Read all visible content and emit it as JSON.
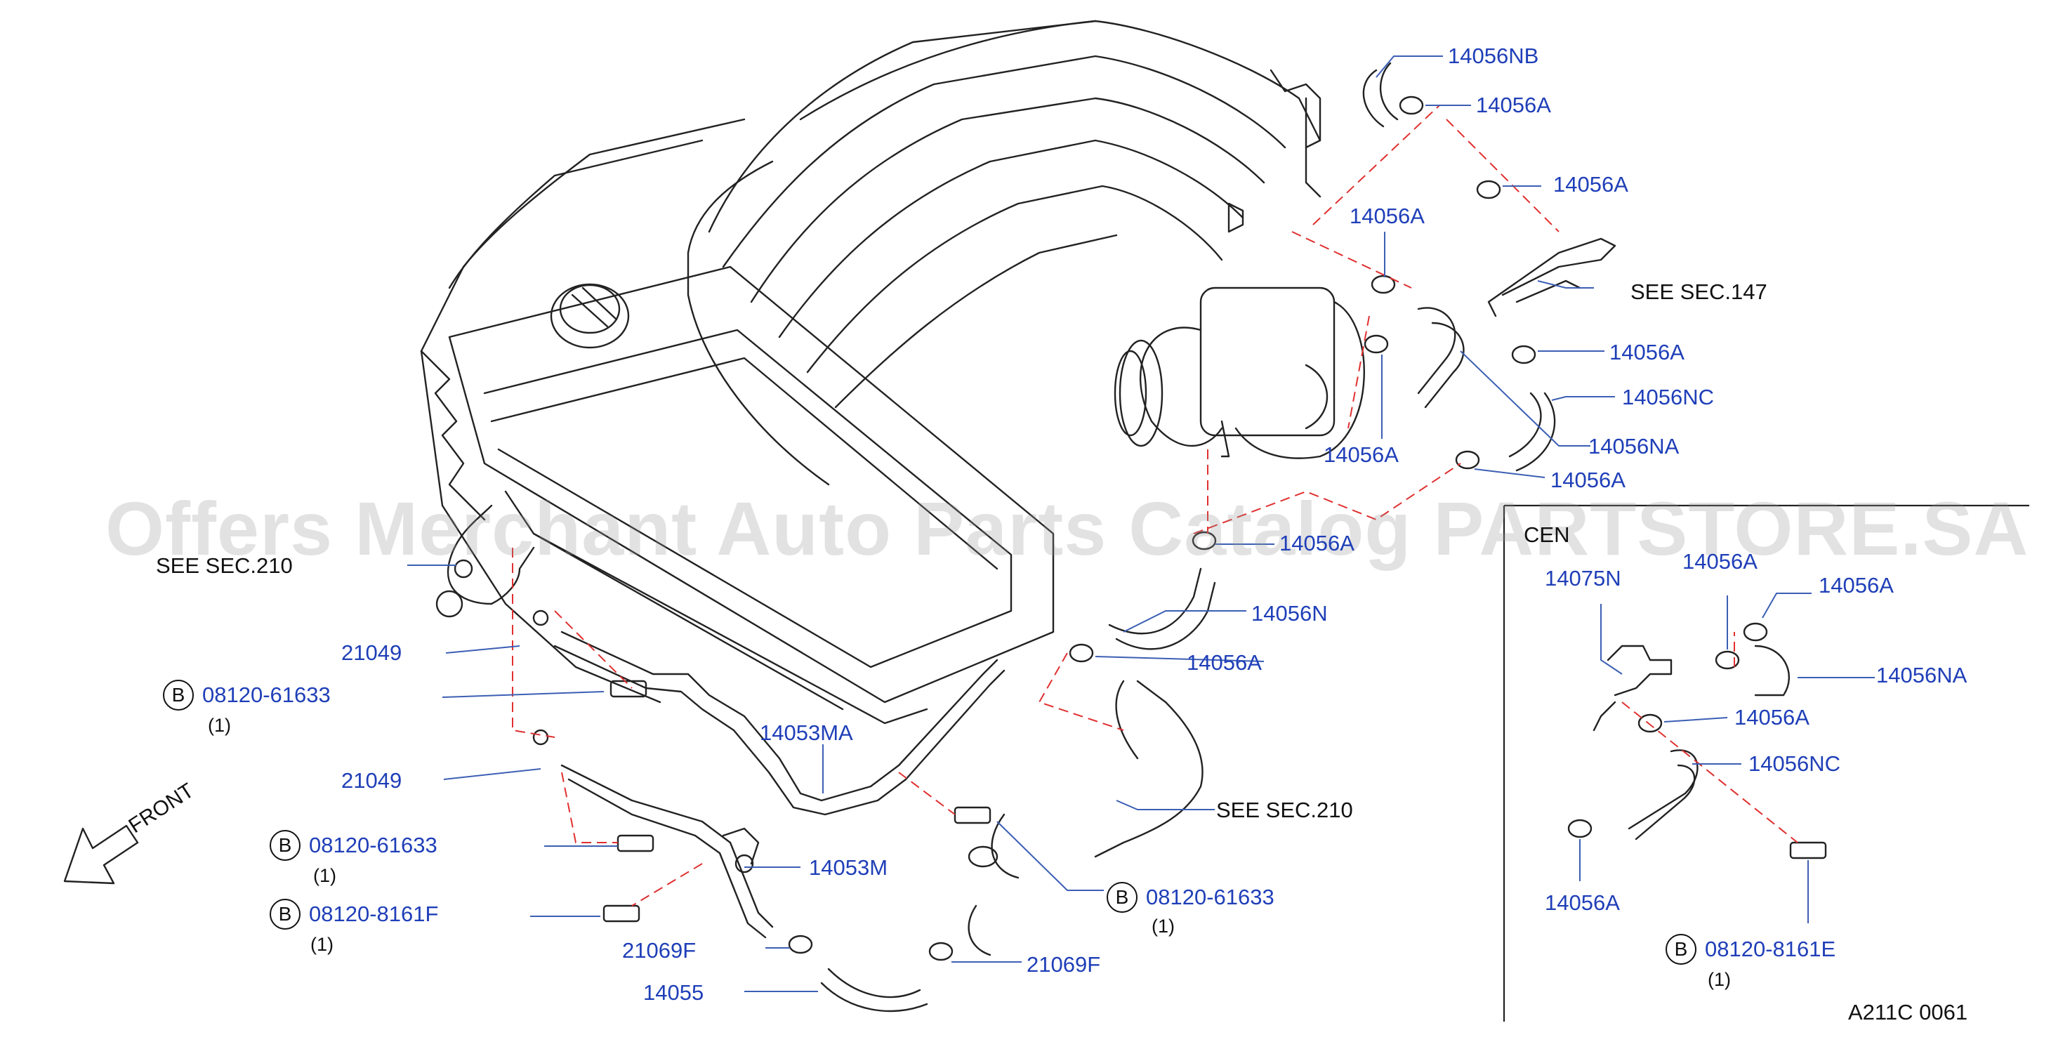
{
  "parts": {
    "p14056NB": "14056NB",
    "p14056A_1": "14056A",
    "p14056A_2": "14056A",
    "p14056A_3": "14056A",
    "p14056A_4": "14056A",
    "p14056NC_1": "14056NC",
    "p14056NA_1": "14056NA",
    "p14056A_5": "14056A",
    "p14056A_6": "14056A",
    "p14056A_7": "14056A",
    "p14056N": "14056N",
    "p14056A_8": "14056A",
    "p21049_1": "21049",
    "p21049_2": "21049",
    "p14053MA": "14053MA",
    "p14053M": "14053M",
    "p21069F_1": "21069F",
    "p14055": "14055",
    "p21069F_2": "21069F",
    "p14075N": "14075N",
    "p14056A_9": "14056A",
    "p14056A_10": "14056A",
    "p14056NA_2": "14056NA",
    "p14056A_11": "14056A",
    "p14056NC_2": "14056NC",
    "p14056A_12": "14056A"
  },
  "refs": {
    "sec147": "SEE   SEC.147",
    "sec210_left": "SEE   SEC.210",
    "sec210_right": "SEE   SEC.210",
    "inset_header": "CEN"
  },
  "bolts": {
    "b1": {
      "badge": "B",
      "code": "08120-61633",
      "qty": "(1)"
    },
    "b2": {
      "badge": "B",
      "code": "08120-61633",
      "qty": "(1)"
    },
    "b3": {
      "badge": "B",
      "code": "08120-8161F",
      "qty": "(1)"
    },
    "b4": {
      "badge": "B",
      "code": "08120-61633",
      "qty": "(1)"
    },
    "b5": {
      "badge": "B",
      "code": "08120-8161E",
      "qty": "(1)"
    }
  },
  "front": "FRONT",
  "diagram_code": "A211C   0061",
  "watermark": "Offers Merchant Auto Parts Catalog PARTSTORE.SA",
  "colors": {
    "label": "#1f3fb8",
    "ink": "#111111",
    "leader": "#3c5fb4",
    "dashed": "#e03030",
    "watermark": "#969696"
  }
}
